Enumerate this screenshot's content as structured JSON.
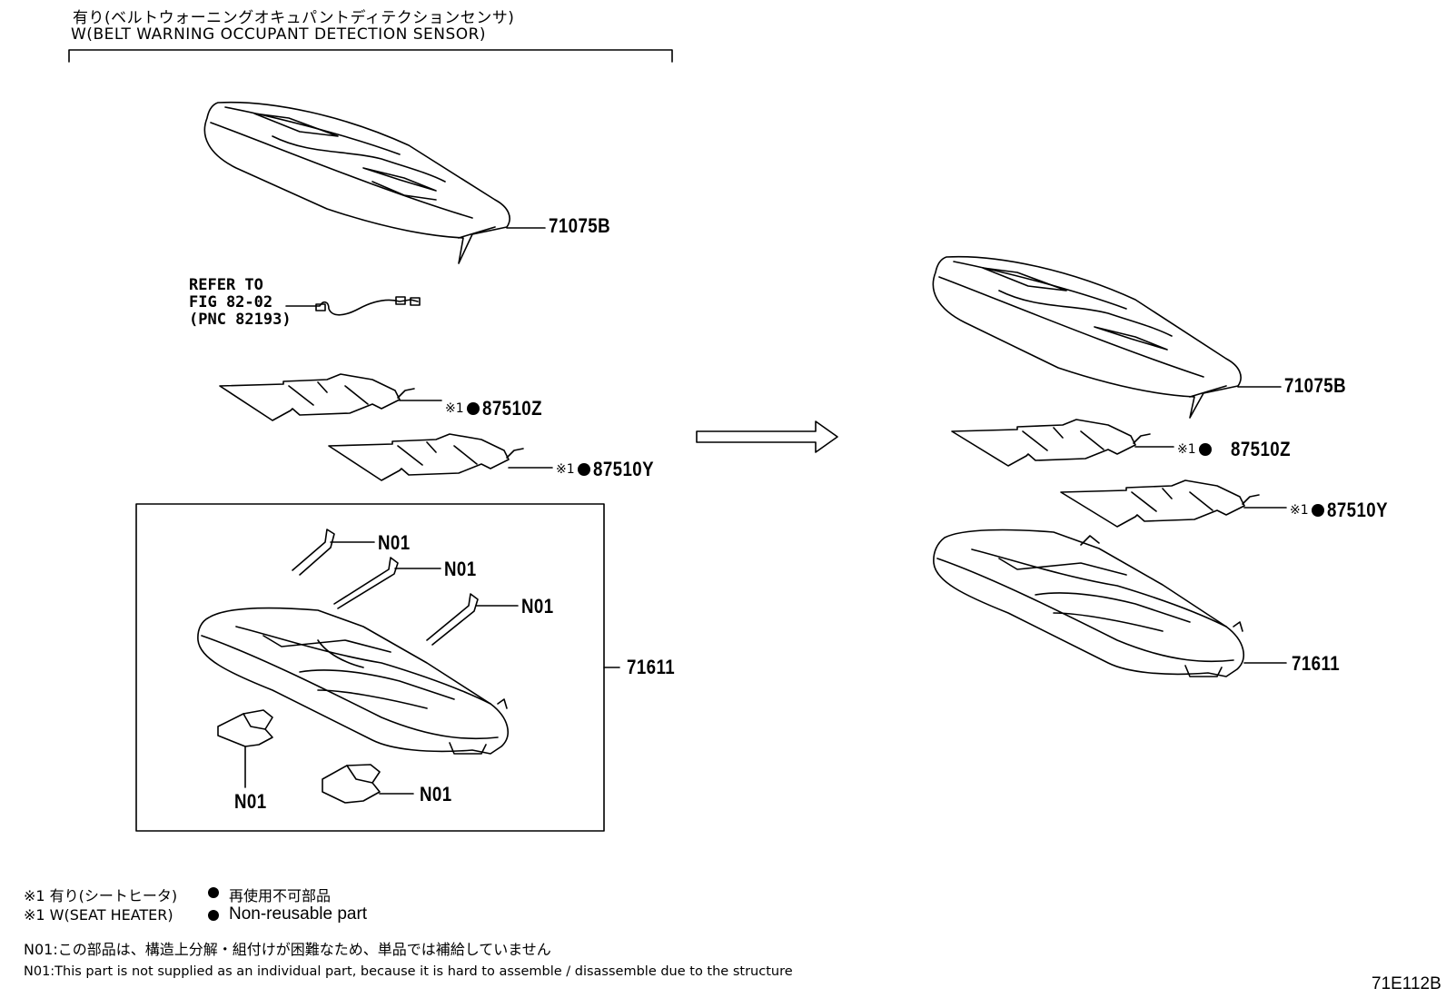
{
  "header": {
    "jp": "有り(ベルトウォーニングオキュパントディテクションセンサ)",
    "en": "W(BELT WARNING OCCUPANT DETECTION SENSOR)"
  },
  "left": {
    "cover": "71075B",
    "refer": [
      "REFER TO",
      "FIG 82-02",
      "(PNC 82193)"
    ],
    "heater_z_mark": "※1",
    "heater_z": "87510Z",
    "heater_y_mark": "※1",
    "heater_y": "87510Y",
    "pad": "71611",
    "n01_labels": [
      "N01",
      "N01",
      "N01",
      "N01",
      "N01"
    ]
  },
  "right": {
    "cover": "71075B",
    "heater_z_mark": "※1",
    "heater_z": "87510Z",
    "heater_y_mark": "※1",
    "heater_y": "87510Y",
    "pad": "71611"
  },
  "legend": {
    "line1_mark": "※1 有り(シートヒータ)",
    "line1_note": "再使用不可部品",
    "line2_mark": "※1 W(SEAT HEATER)",
    "line2_note": "Non-reusable part",
    "n01_jp": "N01:この部品は、構造上分解・組付けが困難なため、単品では補給していません",
    "n01_en": "N01:This part is not supplied as an individual part, because it is hard to assemble / disassemble due to the structure"
  },
  "figure_code": "71E112B"
}
